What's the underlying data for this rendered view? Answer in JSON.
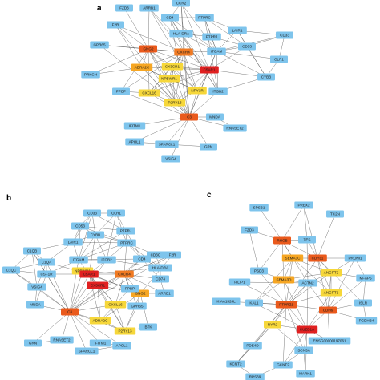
{
  "colors": {
    "blue": "#7ec4ec",
    "yellow": "#f6d73a",
    "orange_light": "#f6a623",
    "orange": "#f07a22",
    "orange_dark": "#ea5a1c",
    "red": "#e02020"
  },
  "panels": [
    {
      "id": "a",
      "label": "a",
      "nodes": [
        {
          "id": "CCR2",
          "label": "CCR2",
          "color": "blue"
        },
        {
          "id": "FZD3",
          "label": "FZD3",
          "color": "blue"
        },
        {
          "id": "ARRB1",
          "label": "ARRB1",
          "color": "blue"
        },
        {
          "id": "CD4",
          "label": "CD4",
          "color": "blue"
        },
        {
          "id": "PTPRC",
          "label": "PTPRC",
          "color": "blue"
        },
        {
          "id": "F2R",
          "label": "F2R",
          "color": "blue"
        },
        {
          "id": "HLA-DRA",
          "label": "HLA-DRA",
          "color": "blue"
        },
        {
          "id": "LAIR1",
          "label": "LAIR1",
          "color": "blue"
        },
        {
          "id": "PTPRJ",
          "label": "PTPRJ",
          "color": "blue"
        },
        {
          "id": "CD33",
          "label": "CD33",
          "color": "blue"
        },
        {
          "id": "GPR65",
          "label": "GPR65",
          "color": "blue"
        },
        {
          "id": "GNG2",
          "label": "GNG2",
          "color": "orange_dark"
        },
        {
          "id": "CXCR4",
          "label": "CXCR4",
          "color": "orange"
        },
        {
          "id": "ITGAM",
          "label": "ITGAM",
          "color": "blue"
        },
        {
          "id": "CD53",
          "label": "CD53",
          "color": "blue"
        },
        {
          "id": "OLR1",
          "label": "OLR1",
          "color": "blue"
        },
        {
          "id": "ADRA2C",
          "label": "ADRA2C",
          "color": "orange_light"
        },
        {
          "id": "CX3CR1",
          "label": "CX3CR1",
          "color": "yellow"
        },
        {
          "id": "C5AR1",
          "label": "C5AR1",
          "color": "red"
        },
        {
          "id": "PRKCH",
          "label": "PRKCH",
          "color": "blue"
        },
        {
          "id": "NPBWR1",
          "label": "NPBWR1",
          "color": "yellow"
        },
        {
          "id": "NPY1R",
          "label": "NPY1R",
          "color": "yellow"
        },
        {
          "id": "CYBB",
          "label": "CYBB",
          "color": "blue"
        },
        {
          "id": "PPBP",
          "label": "PPBP",
          "color": "blue"
        },
        {
          "id": "CXCL16",
          "label": "CXCL16",
          "color": "yellow"
        },
        {
          "id": "P2RY13",
          "label": "P2RY13",
          "color": "yellow"
        },
        {
          "id": "ITGB2",
          "label": "ITGB2",
          "color": "blue"
        },
        {
          "id": "C3",
          "label": "C3",
          "color": "orange_dark"
        },
        {
          "id": "MNDA",
          "label": "MNDA",
          "color": "blue"
        },
        {
          "id": "IFITM1",
          "label": "IFITM1",
          "color": "blue"
        },
        {
          "id": "RNASET2",
          "label": "RNASET2",
          "color": "blue"
        },
        {
          "id": "APOL1",
          "label": "APOL1",
          "color": "blue"
        },
        {
          "id": "SPARCL1",
          "label": "SPARCL1",
          "color": "blue"
        },
        {
          "id": "GRN",
          "label": "GRN",
          "color": "blue"
        },
        {
          "id": "VSIG4",
          "label": "VSIG4",
          "color": "blue"
        }
      ]
    },
    {
      "id": "b",
      "label": "b",
      "nodes": [
        {
          "id": "CD33",
          "label": "CD33",
          "color": "blue"
        },
        {
          "id": "OLR1",
          "label": "OLR1",
          "color": "blue"
        },
        {
          "id": "CD53",
          "label": "CD53",
          "color": "blue"
        },
        {
          "id": "CYBB",
          "label": "CYBB",
          "color": "blue"
        },
        {
          "id": "PTPRJ",
          "label": "PTPRJ",
          "color": "blue"
        },
        {
          "id": "LAIR1",
          "label": "LAIR1",
          "color": "blue"
        },
        {
          "id": "PTPRC",
          "label": "PTPRC",
          "color": "blue"
        },
        {
          "id": "CD3G",
          "label": "CD3G",
          "color": "blue"
        },
        {
          "id": "F2R",
          "label": "F2R",
          "color": "blue"
        },
        {
          "id": "C1QB",
          "label": "C1QB",
          "color": "blue"
        },
        {
          "id": "ITGAM",
          "label": "ITGAM",
          "color": "blue"
        },
        {
          "id": "ITGB2",
          "label": "ITGB2",
          "color": "blue"
        },
        {
          "id": "CD4",
          "label": "CD4",
          "color": "blue"
        },
        {
          "id": "HLA-DRA",
          "label": "HLA-DRA",
          "color": "blue"
        },
        {
          "id": "C1QC",
          "label": "C1QC",
          "color": "blue"
        },
        {
          "id": "C1QA",
          "label": "C1QA",
          "color": "blue"
        },
        {
          "id": "CSF1R",
          "label": "CSF1R",
          "color": "blue"
        },
        {
          "id": "NPBWR1",
          "label": "NPBWR1",
          "color": "yellow"
        },
        {
          "id": "C5AR1",
          "label": "C5AR1",
          "color": "red"
        },
        {
          "id": "CXCR4",
          "label": "CXCR4",
          "color": "orange"
        },
        {
          "id": "CD74",
          "label": "CD74",
          "color": "blue"
        },
        {
          "id": "ARRB1",
          "label": "ARRB1",
          "color": "blue"
        },
        {
          "id": "VSIG4",
          "label": "VSIG4",
          "color": "blue"
        },
        {
          "id": "CX3CR1",
          "label": "CX3CR1",
          "color": "red"
        },
        {
          "id": "GNG2",
          "label": "GNG2",
          "color": "orange_light"
        },
        {
          "id": "PPBP",
          "label": "PPBP",
          "color": "blue"
        },
        {
          "id": "CXCL16",
          "label": "CXCL16",
          "color": "yellow"
        },
        {
          "id": "GPR65",
          "label": "GPR65",
          "color": "blue"
        },
        {
          "id": "MNDA",
          "label": "MNDA",
          "color": "blue"
        },
        {
          "id": "C3",
          "label": "C3",
          "color": "orange_dark"
        },
        {
          "id": "ADRA2C",
          "label": "ADRA2C",
          "color": "yellow"
        },
        {
          "id": "P2RY13",
          "label": "P2RY13",
          "color": "yellow"
        },
        {
          "id": "BTK",
          "label": "BTK",
          "color": "blue"
        },
        {
          "id": "GRN",
          "label": "GRN",
          "color": "blue"
        },
        {
          "id": "RNASET2",
          "label": "RNASET2",
          "color": "blue"
        },
        {
          "id": "IFITM1",
          "label": "IFITM1",
          "color": "blue"
        },
        {
          "id": "APOL1",
          "label": "APOL1",
          "color": "blue"
        },
        {
          "id": "SPARCL1",
          "label": "SPARCL1",
          "color": "blue"
        }
      ]
    },
    {
      "id": "c",
      "label": "c",
      "nodes": [
        {
          "id": "SPSB1",
          "label": "SPSB1",
          "color": "blue"
        },
        {
          "id": "PREX2",
          "label": "PREX2",
          "color": "blue"
        },
        {
          "id": "TC2N",
          "label": "TC2N",
          "color": "blue"
        },
        {
          "id": "FZD3",
          "label": "FZD3",
          "color": "blue"
        },
        {
          "id": "RHOB",
          "label": "RHOB",
          "color": "orange_dark"
        },
        {
          "id": "TES",
          "label": "TES",
          "color": "blue"
        },
        {
          "id": "CDH11",
          "label": "CDH11",
          "color": "orange_dark"
        },
        {
          "id": "SEMA3C",
          "label": "SEMA3C",
          "color": "orange_light"
        },
        {
          "id": "PRONI1",
          "label": "PRONI1",
          "color": "blue"
        },
        {
          "id": "PSD3",
          "label": "PSD3",
          "color": "blue"
        },
        {
          "id": "SEMA3D",
          "label": "SEMA3D",
          "color": "orange_light"
        },
        {
          "id": "ANGPT2",
          "label": "ANGPT2",
          "color": "yellow"
        },
        {
          "id": "MFAP5",
          "label": "MFAP5",
          "color": "blue"
        },
        {
          "id": "FILIP1",
          "label": "FILIP1",
          "color": "blue"
        },
        {
          "id": "ACTN2",
          "label": "ACTN2",
          "color": "blue"
        },
        {
          "id": "ANGPT1",
          "label": "ANGPT1",
          "color": "yellow"
        },
        {
          "id": "ISLR",
          "label": "ISLR",
          "color": "blue"
        },
        {
          "id": "KIAA1324L",
          "label": "KIAA1324L",
          "color": "blue"
        },
        {
          "id": "KAL1",
          "label": "KAL1",
          "color": "blue"
        },
        {
          "id": "PTPRZ1",
          "label": "PTPRZ1",
          "color": "orange_dark"
        },
        {
          "id": "CDH6",
          "label": "CDH6",
          "color": "orange_dark"
        },
        {
          "id": "PCDHB4",
          "label": "PCDHB4",
          "color": "blue"
        },
        {
          "id": "RYR2",
          "label": "RYR2",
          "color": "yellow"
        },
        {
          "id": "CUZD1A",
          "label": "CUZD1A",
          "color": "red"
        },
        {
          "id": "ENSG00000197061",
          "label": "ENSG00000197061",
          "color": "blue"
        },
        {
          "id": "PDE4D",
          "label": "PDE4D",
          "color": "blue"
        },
        {
          "id": "SCN3A",
          "label": "SCN3A",
          "color": "blue"
        },
        {
          "id": "KCNT2",
          "label": "KCNT2",
          "color": "blue"
        },
        {
          "id": "GCNT2",
          "label": "GCNT2",
          "color": "blue"
        },
        {
          "id": "RPS39",
          "label": "RPS39",
          "color": "blue"
        },
        {
          "id": "MARK1",
          "label": "MARK1",
          "color": "blue"
        }
      ]
    }
  ]
}
